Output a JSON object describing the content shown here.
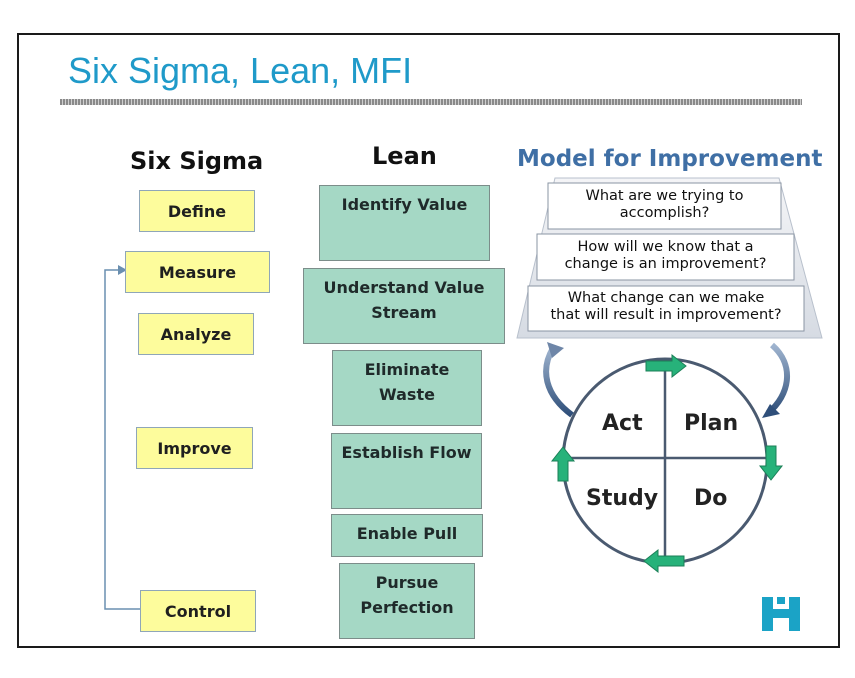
{
  "slide": {
    "title": "Six Sigma, Lean, MFI"
  },
  "six_sigma": {
    "heading": "Six Sigma",
    "steps": [
      "Define",
      "Measure",
      "Analyze",
      "Improve",
      "Control"
    ]
  },
  "lean": {
    "heading": "Lean",
    "steps": [
      "Identify Value",
      "Understand Value Stream",
      "Eliminate Waste",
      "Establish Flow",
      "Enable Pull",
      "Pursue Perfection"
    ]
  },
  "mfi": {
    "heading": "Model for Improvement",
    "questions": [
      [
        "What are we trying to",
        "accomplish?"
      ],
      [
        "How will we know that a",
        "change is an improvement?"
      ],
      [
        "What change can we make",
        "that will result in improvement?"
      ]
    ],
    "cycle": {
      "act": "Act",
      "plan": "Plan",
      "study": "Study",
      "do": "Do"
    }
  },
  "colors": {
    "title": "#1f9ac9",
    "six_sigma_box": "#fdfc9c",
    "lean_box": "#a5d8c5",
    "mfi_heading": "#3f6fa5",
    "logo": "#1ba3c6",
    "cycle_arrow": "#27b27a"
  },
  "logo_icon": "hospital-logo-icon"
}
